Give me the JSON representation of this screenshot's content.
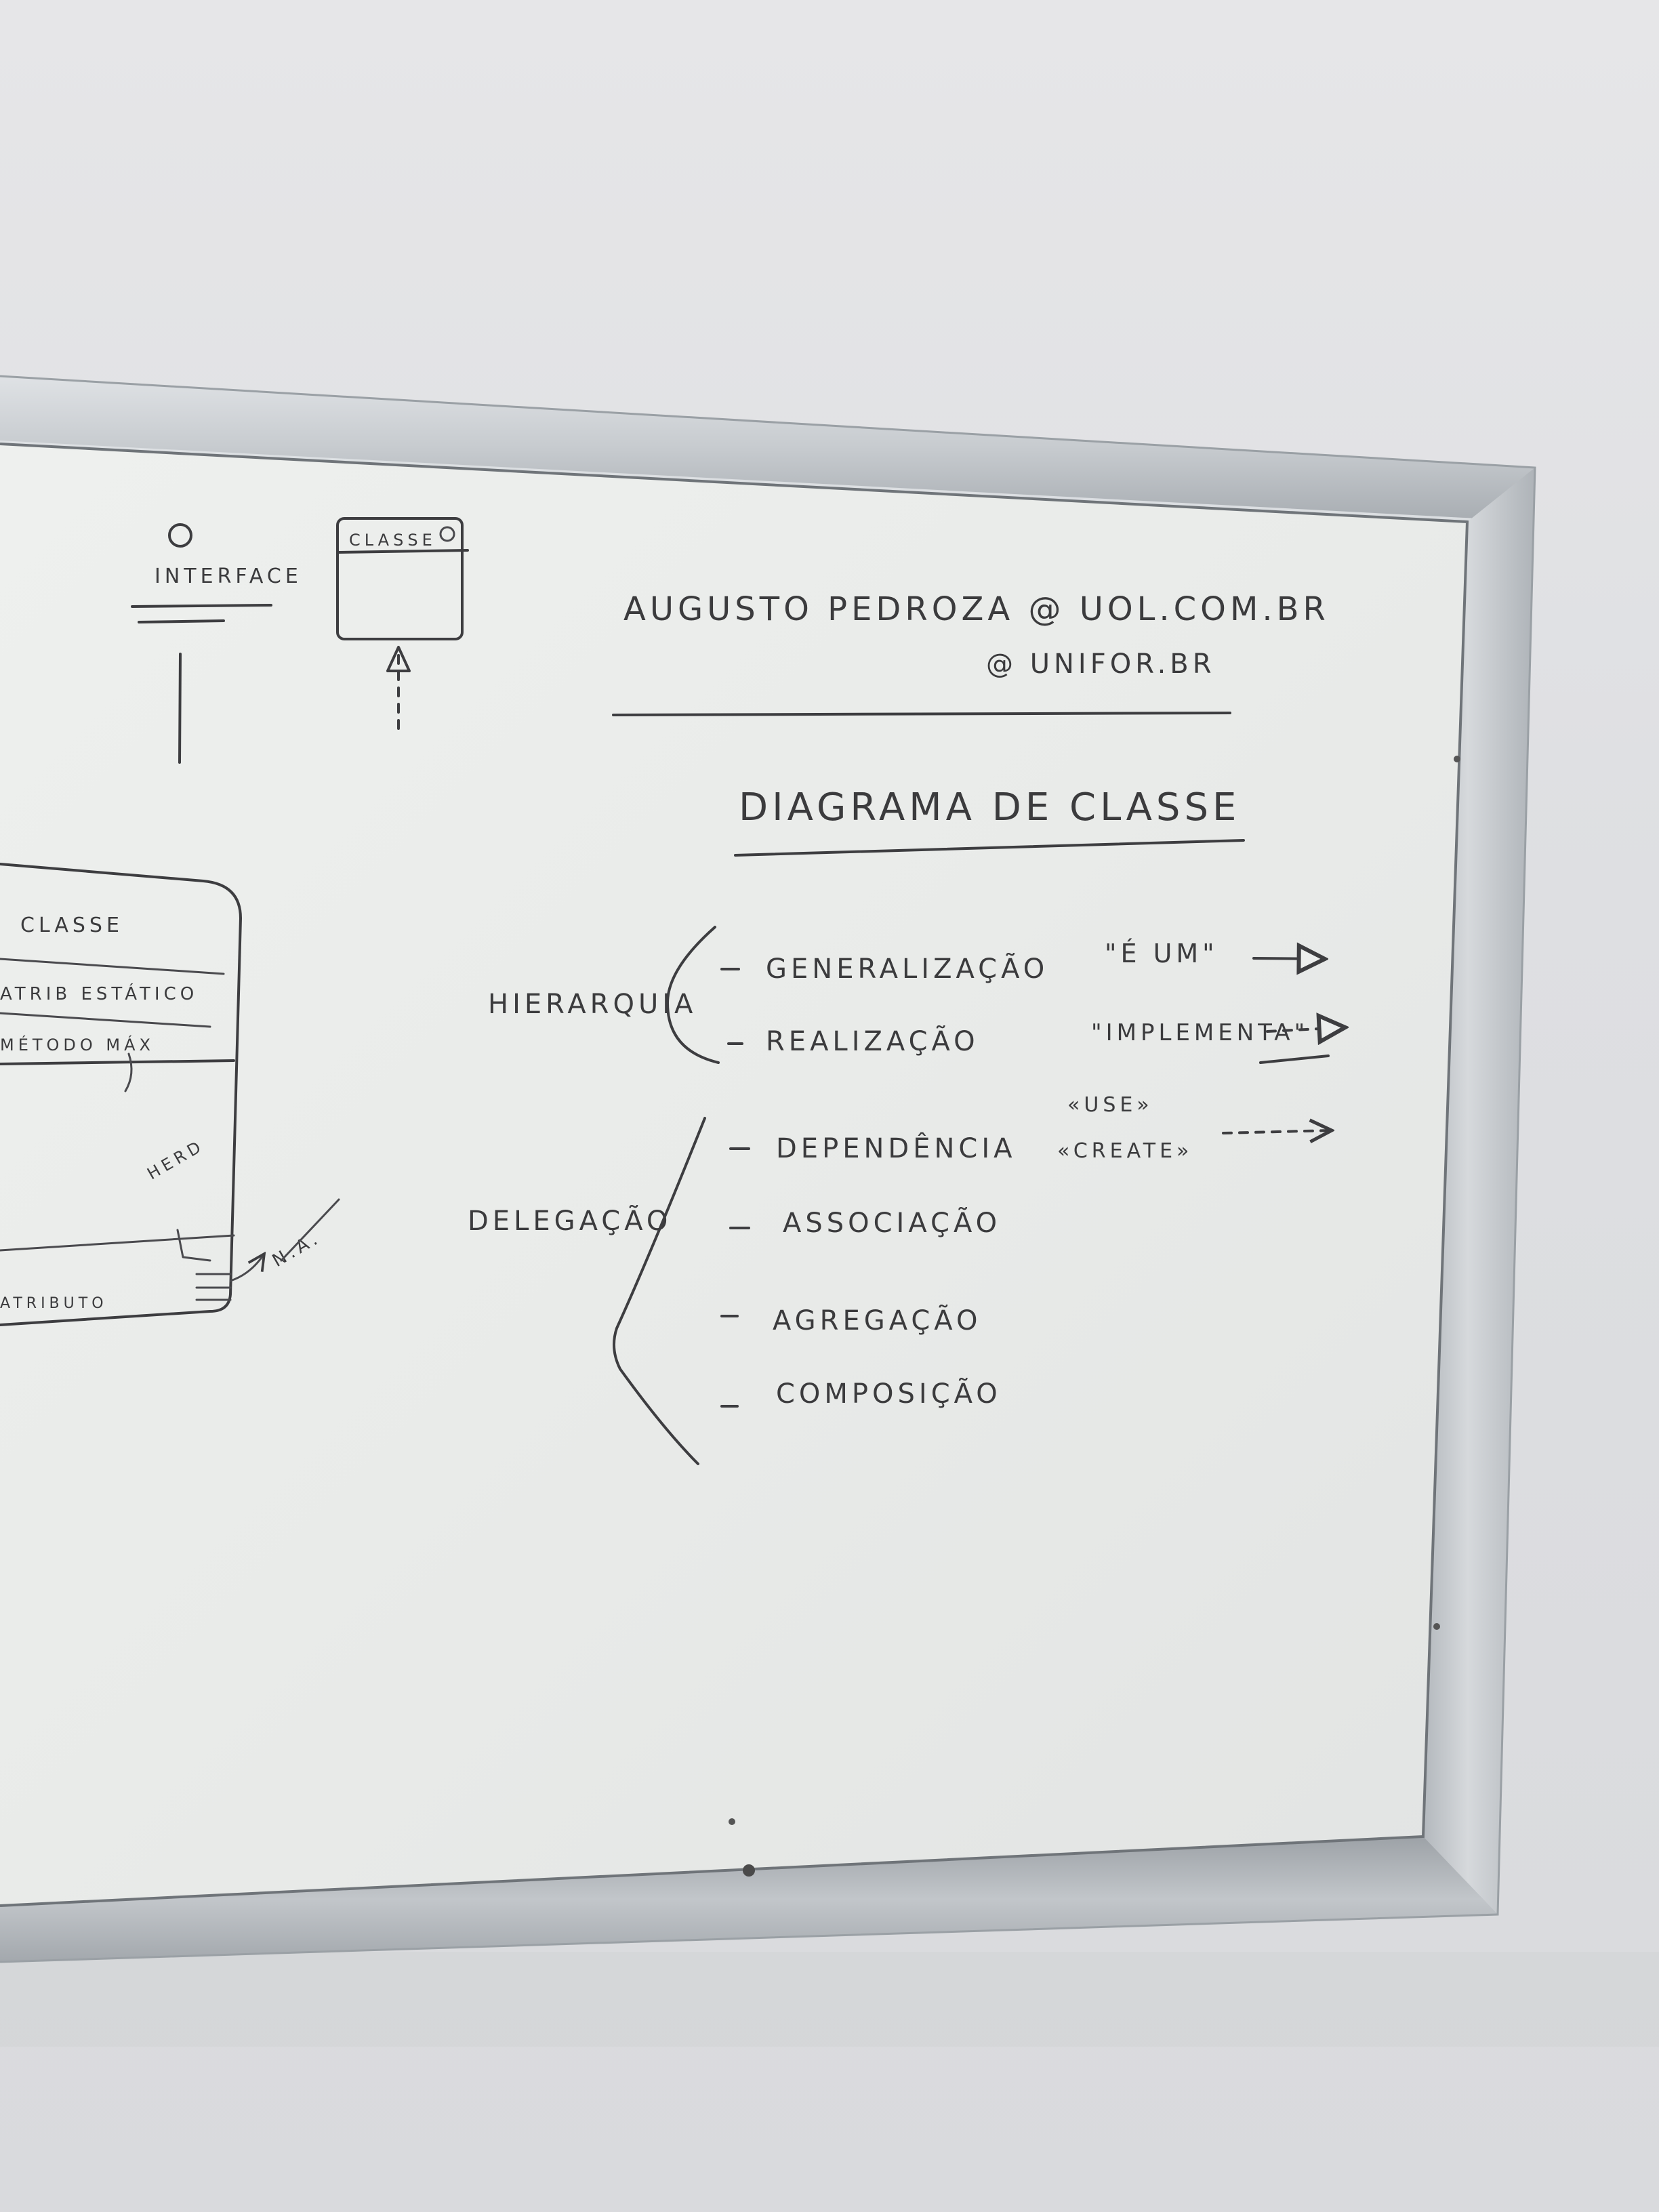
{
  "whiteboard": {
    "email": {
      "line1": "AUGUSTO PEDROZA @ UOL.COM.BR",
      "line2": "@ UNIFOR.BR"
    },
    "title": "DIAGRAMA DE CLASSE",
    "groups": [
      {
        "label": "HIERARQUIA",
        "items": [
          {
            "label": "GENERALIZAÇÃO",
            "note": "\"É UM\""
          },
          {
            "label": "REALIZAÇÃO",
            "note": "\"IMPLEMENTA\""
          }
        ]
      },
      {
        "label": "DELEGAÇÃO",
        "items": [
          {
            "label": "DEPENDÊNCIA",
            "note": "«USE»",
            "note2": "«CREATE»"
          },
          {
            "label": "ASSOCIAÇÃO"
          },
          {
            "label": "AGREGAÇÃO"
          },
          {
            "label": "COMPOSIÇÃO"
          }
        ]
      }
    ],
    "left_sketch": {
      "interface_label": "INTERFACE",
      "class_box_label": "CLASSE",
      "big_class_title": "CLASSE",
      "attr_row": "ATRIB ESTÁTICO",
      "method_row": "MÉTODO MÁX",
      "side_note": "HERD",
      "arrow_label": "N.A.",
      "bottom_row": "ATRIBUTO"
    }
  },
  "colors": {
    "wall": "#e3e4e6",
    "board": "#eef0ef",
    "frame": "#c4c8cc",
    "ink": "#3d3d40"
  }
}
